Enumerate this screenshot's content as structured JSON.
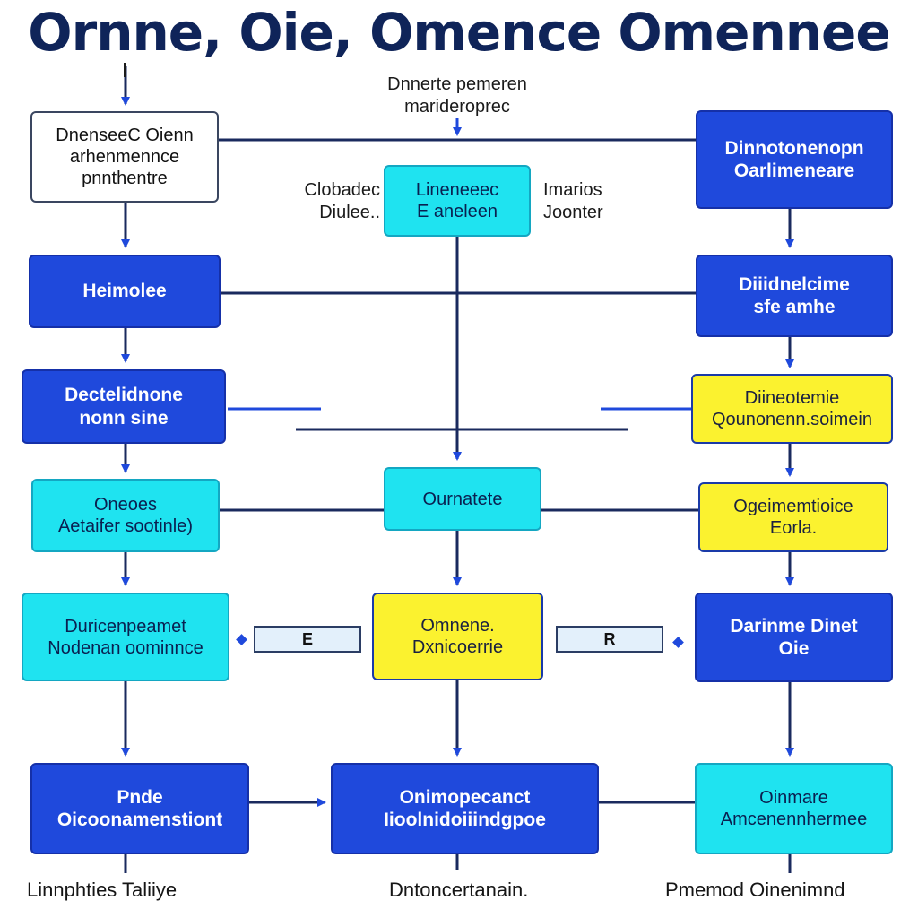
{
  "title": "Ornne, Oie, Omence Omennee",
  "top_label": {
    "line1": "Dnnerte pemeren",
    "line2": "marideroprec"
  },
  "side_labels": {
    "left": {
      "line1": "Clobadec",
      "line2": "Diulee.."
    },
    "right": {
      "line1": "Imarios",
      "line2": "Joonter"
    }
  },
  "nodes": {
    "left_1": {
      "line1": "DnenseeC Oienn",
      "line2": "arhenmennce",
      "line3": "pnnthentre"
    },
    "left_2": {
      "line1": "Heimolee"
    },
    "left_3": {
      "line1": "Dectelidnone",
      "line2": "nonn sine"
    },
    "left_4": {
      "line1": "Oneoes",
      "line2": "Aetaifer sootinle)"
    },
    "left_5": {
      "line1": "Duricenpeamet",
      "line2": "Nodenan oominnce"
    },
    "left_6": {
      "line1": "Pnde",
      "line2": "Oicoonamenstiont"
    },
    "center_1": {
      "line1": "Lineneeec",
      "line2": "E    aneleen"
    },
    "center_2": {
      "line1": "Ournatete"
    },
    "center_3": {
      "line1": "Omnene.",
      "line2": "Dxnicoerrie"
    },
    "center_4": {
      "line1": "Onimopecanct",
      "line2": "Iioolnidoiiindgpoe"
    },
    "right_1": {
      "line1": "Dinnotonenopn",
      "line2": "Oarlimeneare"
    },
    "right_2": {
      "line1": "Diiidnelcime",
      "line2": "sfe  amhe"
    },
    "right_3": {
      "line1": "Diineotemie",
      "line2": "Qounonenn.soimein"
    },
    "right_4": {
      "line1": "Ogeimemtioice",
      "line2": "Eorla."
    },
    "right_5": {
      "line1": "Darinme  Dinet",
      "line2": "Oie"
    },
    "right_6": {
      "line1": "Oinmare",
      "line2": "Amcenennhermee"
    }
  },
  "small_boxes": {
    "left": "E",
    "right": "R"
  },
  "footer": {
    "left": "Linnphties Taliiye",
    "center": "Dntoncertanain.",
    "right": "Pmemod Oinenimnd"
  },
  "colors": {
    "dark_blue": "#1f49dc",
    "cyan": "#1fe3f0",
    "yellow": "#fbf22f",
    "navy": "#0f2459",
    "line": "#1a2a5e"
  }
}
